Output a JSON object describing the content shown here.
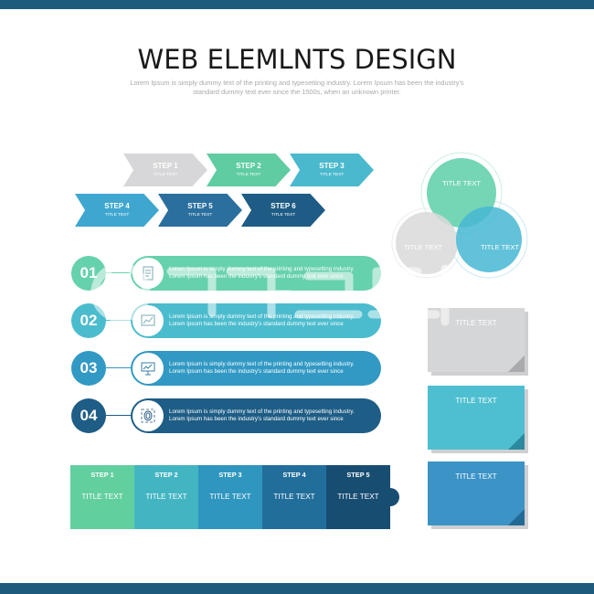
{
  "header": {
    "title": "WEB ELEMLNTS DESIGN",
    "subtitle": "Lorem Ipsum is simply dummy text of the printing and typesetting industry. Lorem Ipsum has been the industry's standard dummy text ever since the 1500s, when an unknown printer."
  },
  "arrow_steps": [
    {
      "label": "STEP 1",
      "sub": "TITLE TEXT",
      "color": "#d7d7d9"
    },
    {
      "label": "STEP 2",
      "sub": "TITLE TEXT",
      "color": "#5fcca2"
    },
    {
      "label": "STEP 3",
      "sub": "TITLE TEXT",
      "color": "#4ab9cd"
    },
    {
      "label": "STEP 4",
      "sub": "TITLE TEXT",
      "color": "#3fa7cf"
    },
    {
      "label": "STEP 5",
      "sub": "TITLE TEXT",
      "color": "#2a6f9e"
    },
    {
      "label": "STEP 6",
      "sub": "TITLE TEXT",
      "color": "#1e5c85"
    }
  ],
  "venn": {
    "top": "TITLE TEXT",
    "left": "TITLE TEXT",
    "right": "TITLE TEXT",
    "colors": {
      "top": "#66d1ad",
      "left": "#d9d9db",
      "right": "#47b7d3"
    }
  },
  "list_rows": [
    {
      "number": "01",
      "line1": "Lorem Ipsum is simply dummy text of the printing and typesetting industry.",
      "line2": "Lorem Ipsum has been the industry's standard dummy text ever since",
      "icon": "document-icon",
      "color": "#66d1ad"
    },
    {
      "number": "02",
      "line1": "Lorem Ipsum is simply dummy text of the printing and typesetting industry.",
      "line2": "Lorem Ipsum has been the industry's standard dummy text ever since",
      "icon": "chart-icon",
      "color": "#4bbccd"
    },
    {
      "number": "03",
      "line1": "Lorem Ipsum is simply dummy text of the printing and typesetting industry.",
      "line2": "Lorem Ipsum has been the industry's standard dummy text ever since",
      "icon": "presentation-icon",
      "color": "#3199c4"
    },
    {
      "number": "04",
      "line1": "Lorem Ipsum is simply dummy text of the printing and typesetting industry.",
      "line2": "Lorem Ipsum has been the industry's standard dummy text ever since",
      "icon": "fingerprint-icon",
      "color": "#1e5d85"
    }
  ],
  "puzzle_steps": [
    {
      "label": "STEP 1",
      "title": "TITLE TEXT",
      "color": "#62cf9f"
    },
    {
      "label": "STEP 2",
      "title": "TITLE TEXT",
      "color": "#43b5c2"
    },
    {
      "label": "STEP 3",
      "title": "TITLE TEXT",
      "color": "#2f96bf"
    },
    {
      "label": "STEP 4",
      "title": "TITLE TEXT",
      "color": "#226e9b"
    },
    {
      "label": "STEP 5",
      "title": "TITLE TEXT",
      "color": "#184d72"
    }
  ],
  "cards": [
    {
      "title": "TITLE TEXT",
      "color": "#d5d6d8",
      "fold": "#a9aaad"
    },
    {
      "title": "TITLE TEXT",
      "color": "#4ebfd1",
      "fold": "#2c8aa0"
    },
    {
      "title": "TITLE TEXT",
      "color": "#3b93c6",
      "fold": "#226a95"
    }
  ],
  "watermark": {
    "text": "크라우드픽"
  }
}
